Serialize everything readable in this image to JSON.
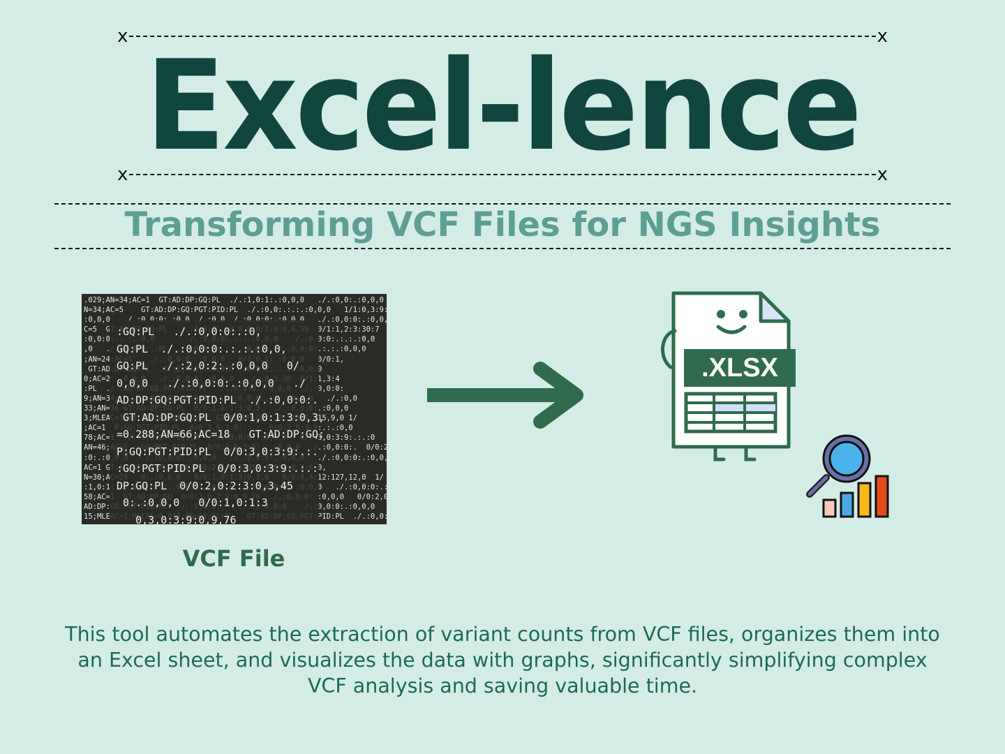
{
  "header": {
    "frame_mark": "x",
    "title": "Excel-lence",
    "subtitle": "Transforming VCF Files for NGS Insights"
  },
  "vcf": {
    "label": "VCF File",
    "background_lines": [
      ".029;AN=34;AC=1  GT:AD:DP:GQ:PL  ./.:1,0:1:.:0,0,0   ./.:0,0:.:0,0,0",
      "N=34;AC=5    GT:AD:DP:GQ:PGT:PID:PL  ./.:0,0:.:.:.:0,0,0   1/1:0,3:9:.",
      ":0,0,0   ./.:0,0:0:.:0,0 ./.:0,0 ./.:0,0:0:.:0,0,0   ./.:0,0:0:.:0,0,0",
      "C=5  GT:AD:DP:GQ:PL  ./.:0,0:0:.:0,0,0 0/2:6:0,6,59  0/1:1,2:3:30:7",
      ":0,0:0:.:.:.:0,0       ./.:0,0:0:.:.:.:0,0,0   ./.:0,0:0:.:.:.:0,0",
      ",0   ./.:0,0:0:.:PL  ./.:0,0:0:.:.:.:0,0,  ./.:0,0:0:.:.:.:0,0,0",
      ";AN=24;AC=1    ./.:0,0:0:.:0,0,0   0/1:0,1:.:0,0,0   0/0:1,",
      " GT:AD:DP:GQ:PL  ./.:2,0:2:.:0,0,0   0/0:0:.:.:.:0,0,0",
      "0;AC=2   0,0,0   ./.:0,0:0:.:0,0,0   ./.:0,3,30  0/1:1,3:4",
      ":PL  ./.:AD:DP:GQ:PGT:PID:PL  ./.:0,0:0:.:0,0,0  ./.:0,0:0:",
      "9;AN=34;   ./.:0,0:0:.:0,0,0   ./.:0,0:0:.:.:.:0,0,0   ./.:0,0",
      "33;AN=36 GT:AD:DP:GQ:PL  0/0:1,0:1:3:0,3,  ./.:0,0:0:.:0,0,0",
      "3;MLEAC=1;=0.288;AN=66;AC=18  GT:AD:DP:GQ:  0,3:3:9:115,9,0 1/",
      ";AC=1  P:GQ:PGT:PID:PL  0/0:3,0:3:9:.:.:  0/0:3,0:3:9:.:.:0,0",
      "78;AC=1  ./.:0,0:0:.:0,0,0   ./.:0,0:0:.:0,0,0   0/0:3,0:3:9:.:.:0",
      "AN=46;AC=1  :GQ:PGT:PID:PL  0/0:3,0:3:9:.:.:0,0,0  ./.:0,0:0:.  0/0:2,",
      ":0:.:0,0,0   ./.:0,0:0:.:0,0,0   ./.:0,0:0:.:0,0,0   ./.:0,0:0:.:0,0,0",
      "AC=1 GT:AD:DP:GQ:PL  0/0:2,0:2:3:0,3,45  0/0:2,0:2:6:0,",
      "N=30;AC=29   0:.:0,0,0   0/0:1,0:1:3:0,3,0   0/0:4,4:12:127,12,0  1/",
      ":1,0:1:.:0,0,0   ./.:0,0:0:.:0,0,0   ./.:0,0:0:.:0,0,0   ./.:0,0:0:.:0,0,0",
      "58;AC=1  GT:AD:DP:GQ  0/0:3,0:3:9:0,9,76  ./.:0,0:0:.:0,0,0   0/0:2,0:2:",
      "AD:DP:GQ:PGT:PID:PL  ./.:0,0:0:.   ./.:2 0,0,0   ./.:0,0:0:.:0,0,0",
      "15;MLEAC=1;MLEAF=0.015;AN=68;AC=1    GT:AD:DP:GQ:PGT:PID:PL  ./.:0,0:0:.:."
    ],
    "overlay_lines": [
      ":GQ:PL   ./.:0,0:0:.:0,",
      "GQ:PL  ./.:0,0:0:.:.:.:0,0,",
      "GQ:PL  ./.:2,0:2:.:0,0,0   0/",
      "0,0,0   ./.:0,0:0:.:0,0,0   ./",
      "AD:DP:GQ:PGT:PID:PL  ./.:0,0:0:.",
      " GT:AD:DP:GQ:PL  0/0:1,0:1:3:0,3,",
      "=0.288;AN=66;AC=18   GT:AD:DP:GQ:",
      "P:GQ:PGT:PID:PL  0/0:3,0:3:9:.:.",
      ":GQ:PGT:PID:PL  0/0:3,0:3:9:.:.:",
      "DP:GQ:PL  0/0:2,0:2:3:0,3,45",
      " 0:.:0,0,0   0/0:1,0:1:3",
      "   0,3,0:3:9:0,9,76"
    ]
  },
  "xlsx": {
    "badge_text": ".XLSX"
  },
  "description": "This tool automates the extraction of variant counts from VCF files, organizes them into an Excel sheet, and visualizes the data with graphs, significantly simplifying complex VCF analysis and saving valuable time.",
  "colors": {
    "background": "#d3ede6",
    "title": "#11463f",
    "subtitle": "#5e9e94",
    "accent_green": "#2f6b4c",
    "description": "#1c6a55"
  },
  "icons": [
    "right-arrow-icon",
    "xlsx-file-icon",
    "magnifier-chart-icon"
  ]
}
